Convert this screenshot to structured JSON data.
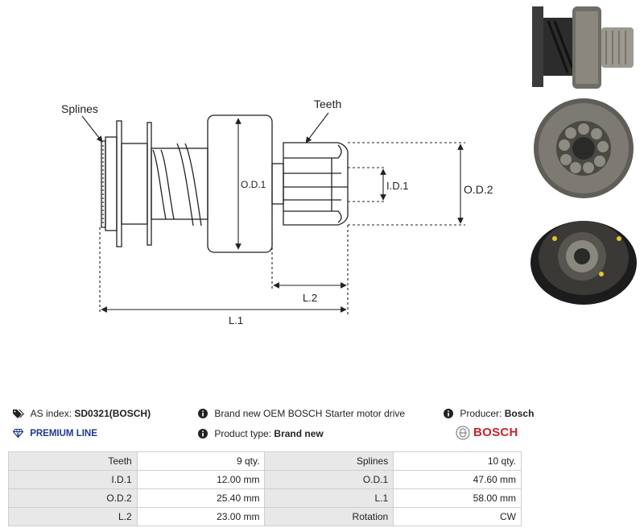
{
  "drawing": {
    "labels": {
      "splines": "Splines",
      "teeth": "Teeth",
      "od1": "O.D.1",
      "id1": "I.D.1",
      "od2": "O.D.2",
      "l2": "L.2",
      "l1": "L.1"
    }
  },
  "photos": [
    {
      "name": "side-view"
    },
    {
      "name": "front-view"
    },
    {
      "name": "rear-view"
    }
  ],
  "info": {
    "as_index_label": "AS index:",
    "as_index_value": "SD0321(BOSCH)",
    "premium_line": "PREMIUM LINE",
    "description": "Brand new OEM BOSCH Starter motor drive",
    "product_type_label": "Product type:",
    "product_type_value": "Brand new",
    "producer_label": "Producer:",
    "producer_value": "Bosch",
    "brand_logo_text": "BOSCH"
  },
  "specs": [
    [
      {
        "k": "Teeth",
        "v": "9 qty."
      },
      {
        "k": "Splines",
        "v": "10 qty."
      }
    ],
    [
      {
        "k": "I.D.1",
        "v": "12.00 mm"
      },
      {
        "k": "O.D.1",
        "v": "47.60 mm"
      }
    ],
    [
      {
        "k": "O.D.2",
        "v": "25.40 mm"
      },
      {
        "k": "L.1",
        "v": "58.00 mm"
      }
    ],
    [
      {
        "k": "L.2",
        "v": "23.00 mm"
      },
      {
        "k": "Rotation",
        "v": "CW"
      }
    ]
  ],
  "colors": {
    "premium": "#1e3a8a",
    "brand_red": "#cc2127",
    "table_key_bg": "#e8e8e8",
    "table_border": "#cfcfcf"
  },
  "icons": {
    "as_index": "tags-icon",
    "premium": "diamond-icon",
    "info": "info-circle-icon",
    "brand": "bosch-armature-icon"
  }
}
